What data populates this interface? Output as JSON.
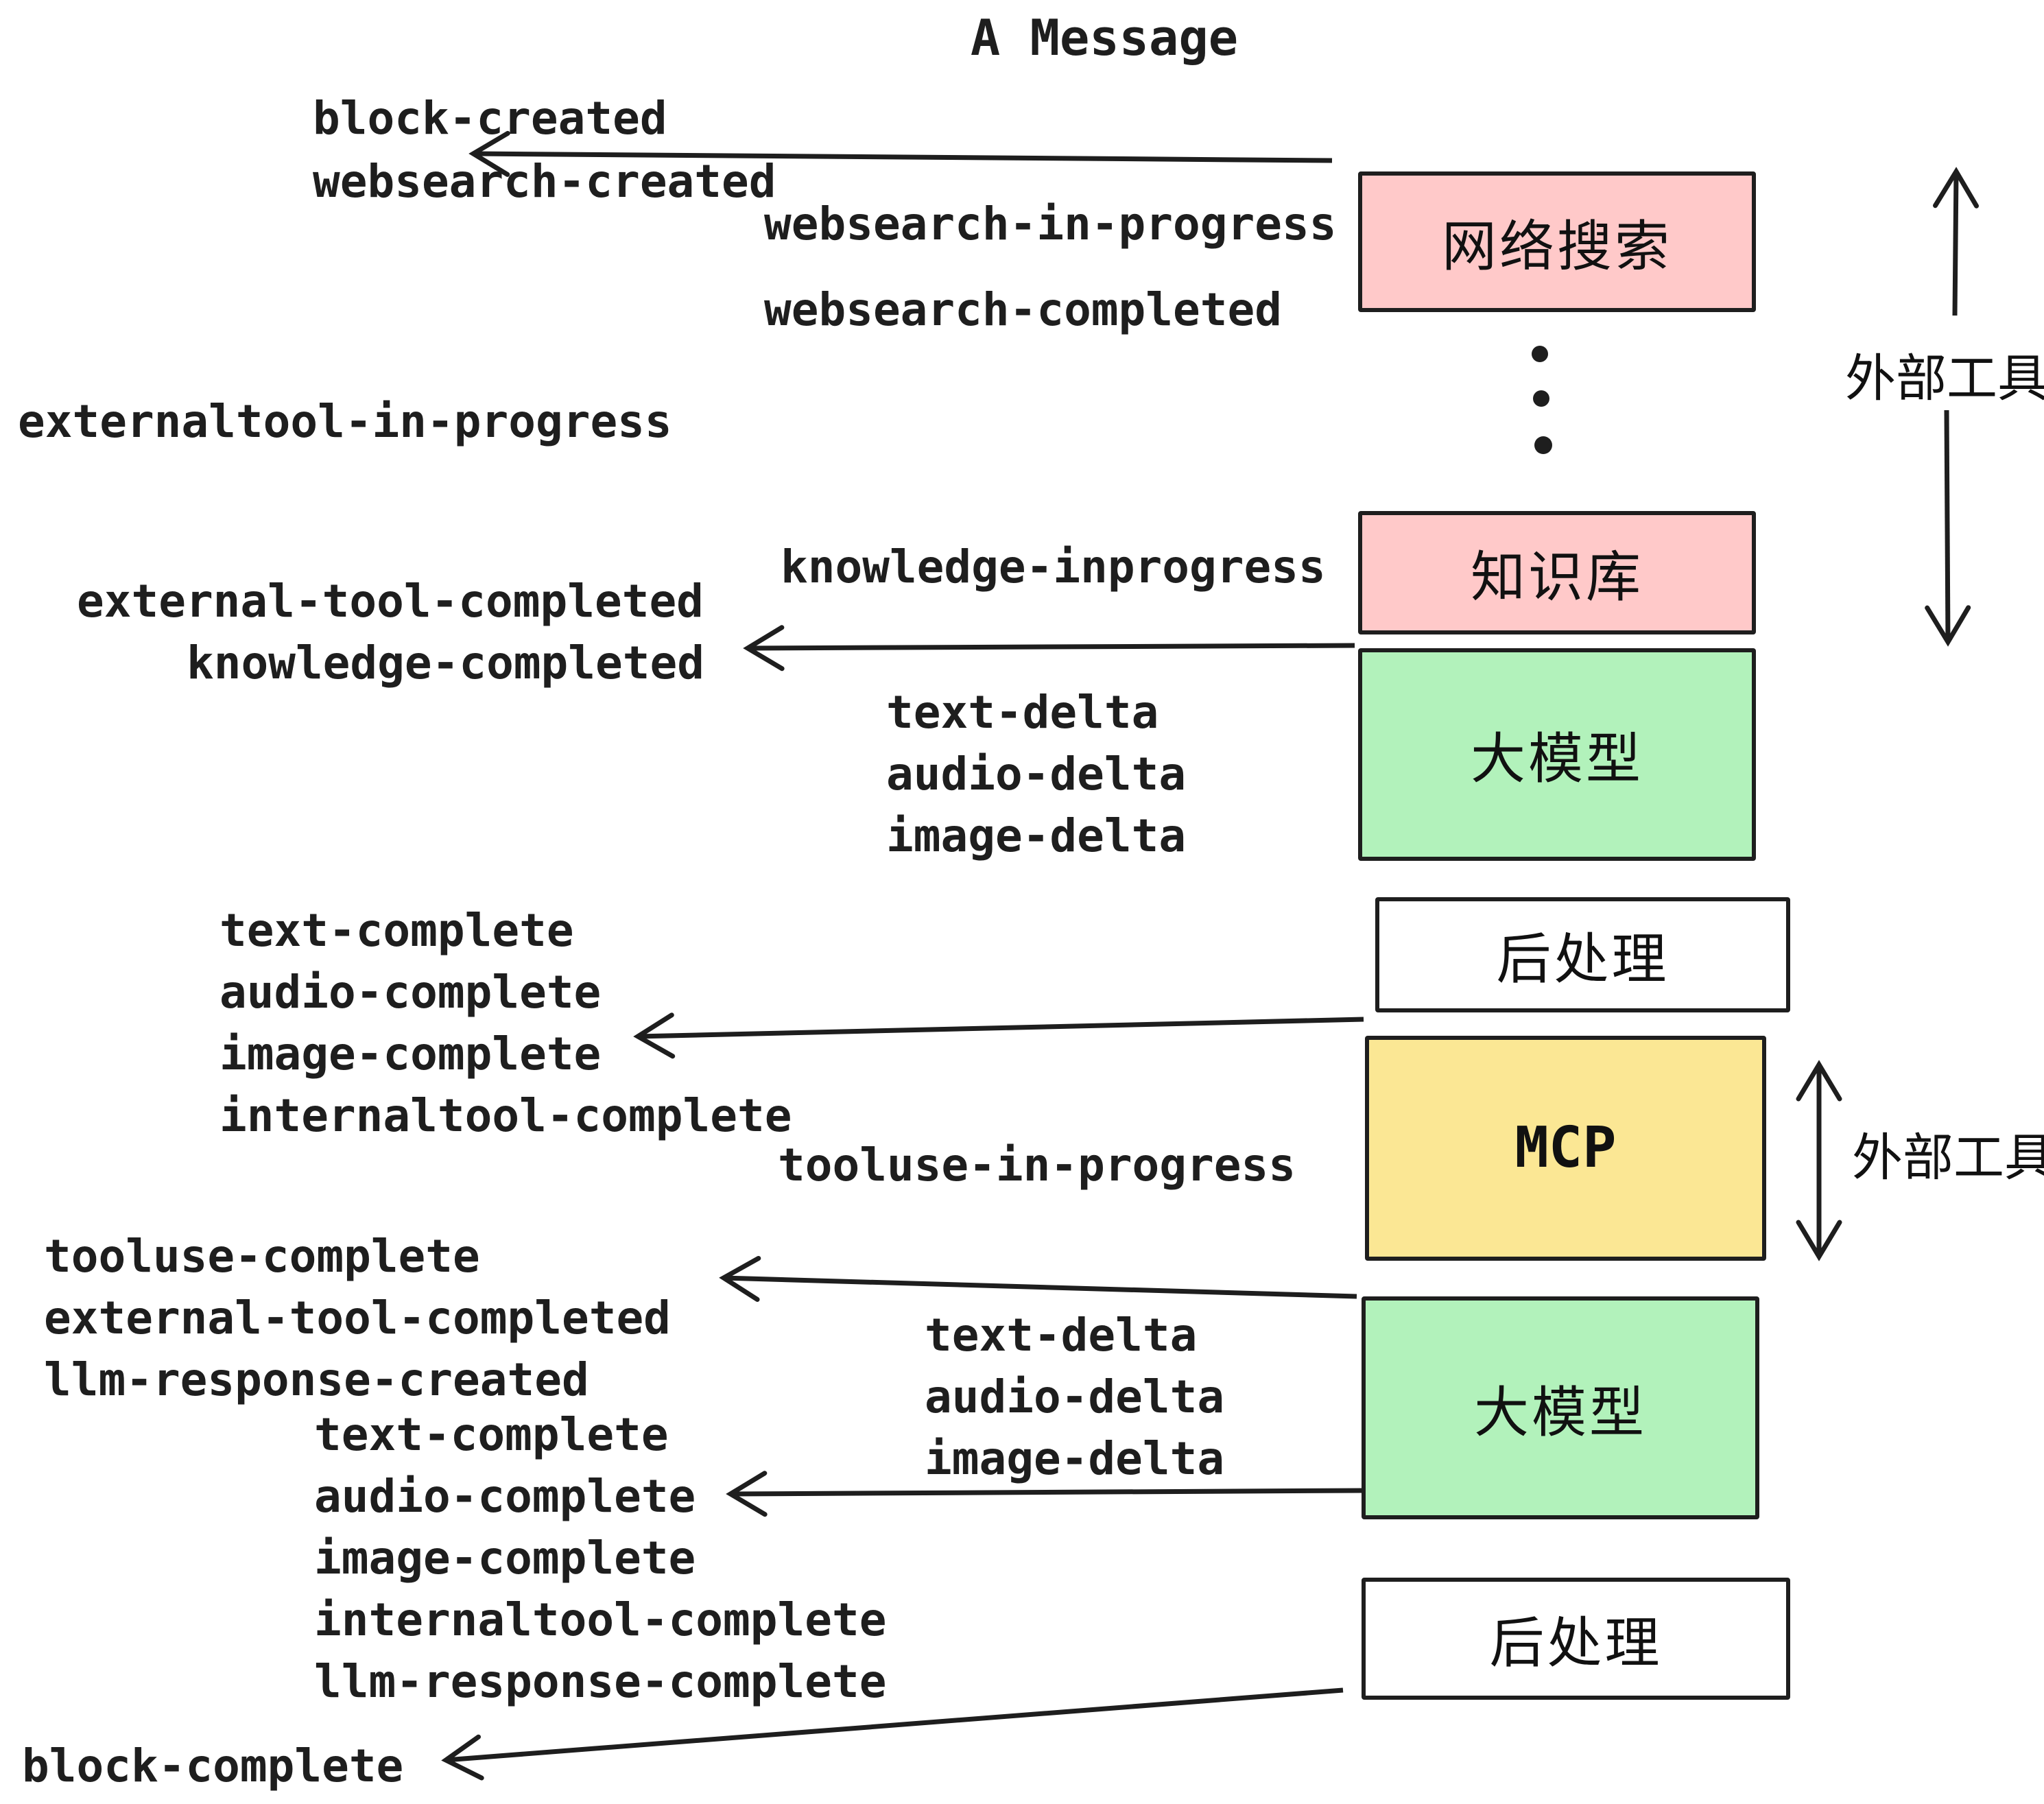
{
  "title": "A Message",
  "event_labels": [
    "block-created",
    "websearch-created",
    "websearch-in-progress",
    "websearch-completed",
    "externaltool-in-progress",
    "knowledge-inprogress",
    "external-tool-completed",
    "knowledge-completed",
    "text-delta",
    "audio-delta",
    "image-delta",
    "text-complete",
    "audio-complete",
    "image-complete",
    "internaltool-complete",
    "tooluse-in-progress",
    "tooluse-complete",
    "external-tool-completed",
    "llm-response-created",
    "text-delta",
    "audio-delta",
    "image-delta",
    "text-complete",
    "audio-complete",
    "image-complete",
    "internaltool-complete",
    "llm-response-complete",
    "block-complete"
  ],
  "boxes": [
    {
      "id": "websearch",
      "label": "网络搜索",
      "fill": "#ffc9c9"
    },
    {
      "id": "knowledge",
      "label": "知识库",
      "fill": "#ffc9c9"
    },
    {
      "id": "llm-1",
      "label": "大模型",
      "fill": "#b2f2bb"
    },
    {
      "id": "post-1",
      "label": "后处理",
      "fill": "#ffffff"
    },
    {
      "id": "mcp",
      "label": "MCP",
      "fill": "#fbe794"
    },
    {
      "id": "llm-2",
      "label": "大模型",
      "fill": "#b2f2bb"
    },
    {
      "id": "post-2",
      "label": "后处理",
      "fill": "#ffffff"
    }
  ],
  "side_annotations": [
    {
      "id": "external-tools-1",
      "text": "外部工具"
    },
    {
      "id": "external-tools-2",
      "text": "外部工具"
    }
  ],
  "colors": {
    "stroke": "#1e1e1e",
    "pink": "#ffc9c9",
    "green": "#b2f2bb",
    "yellow": "#fbe794",
    "background": "#ffffff"
  }
}
